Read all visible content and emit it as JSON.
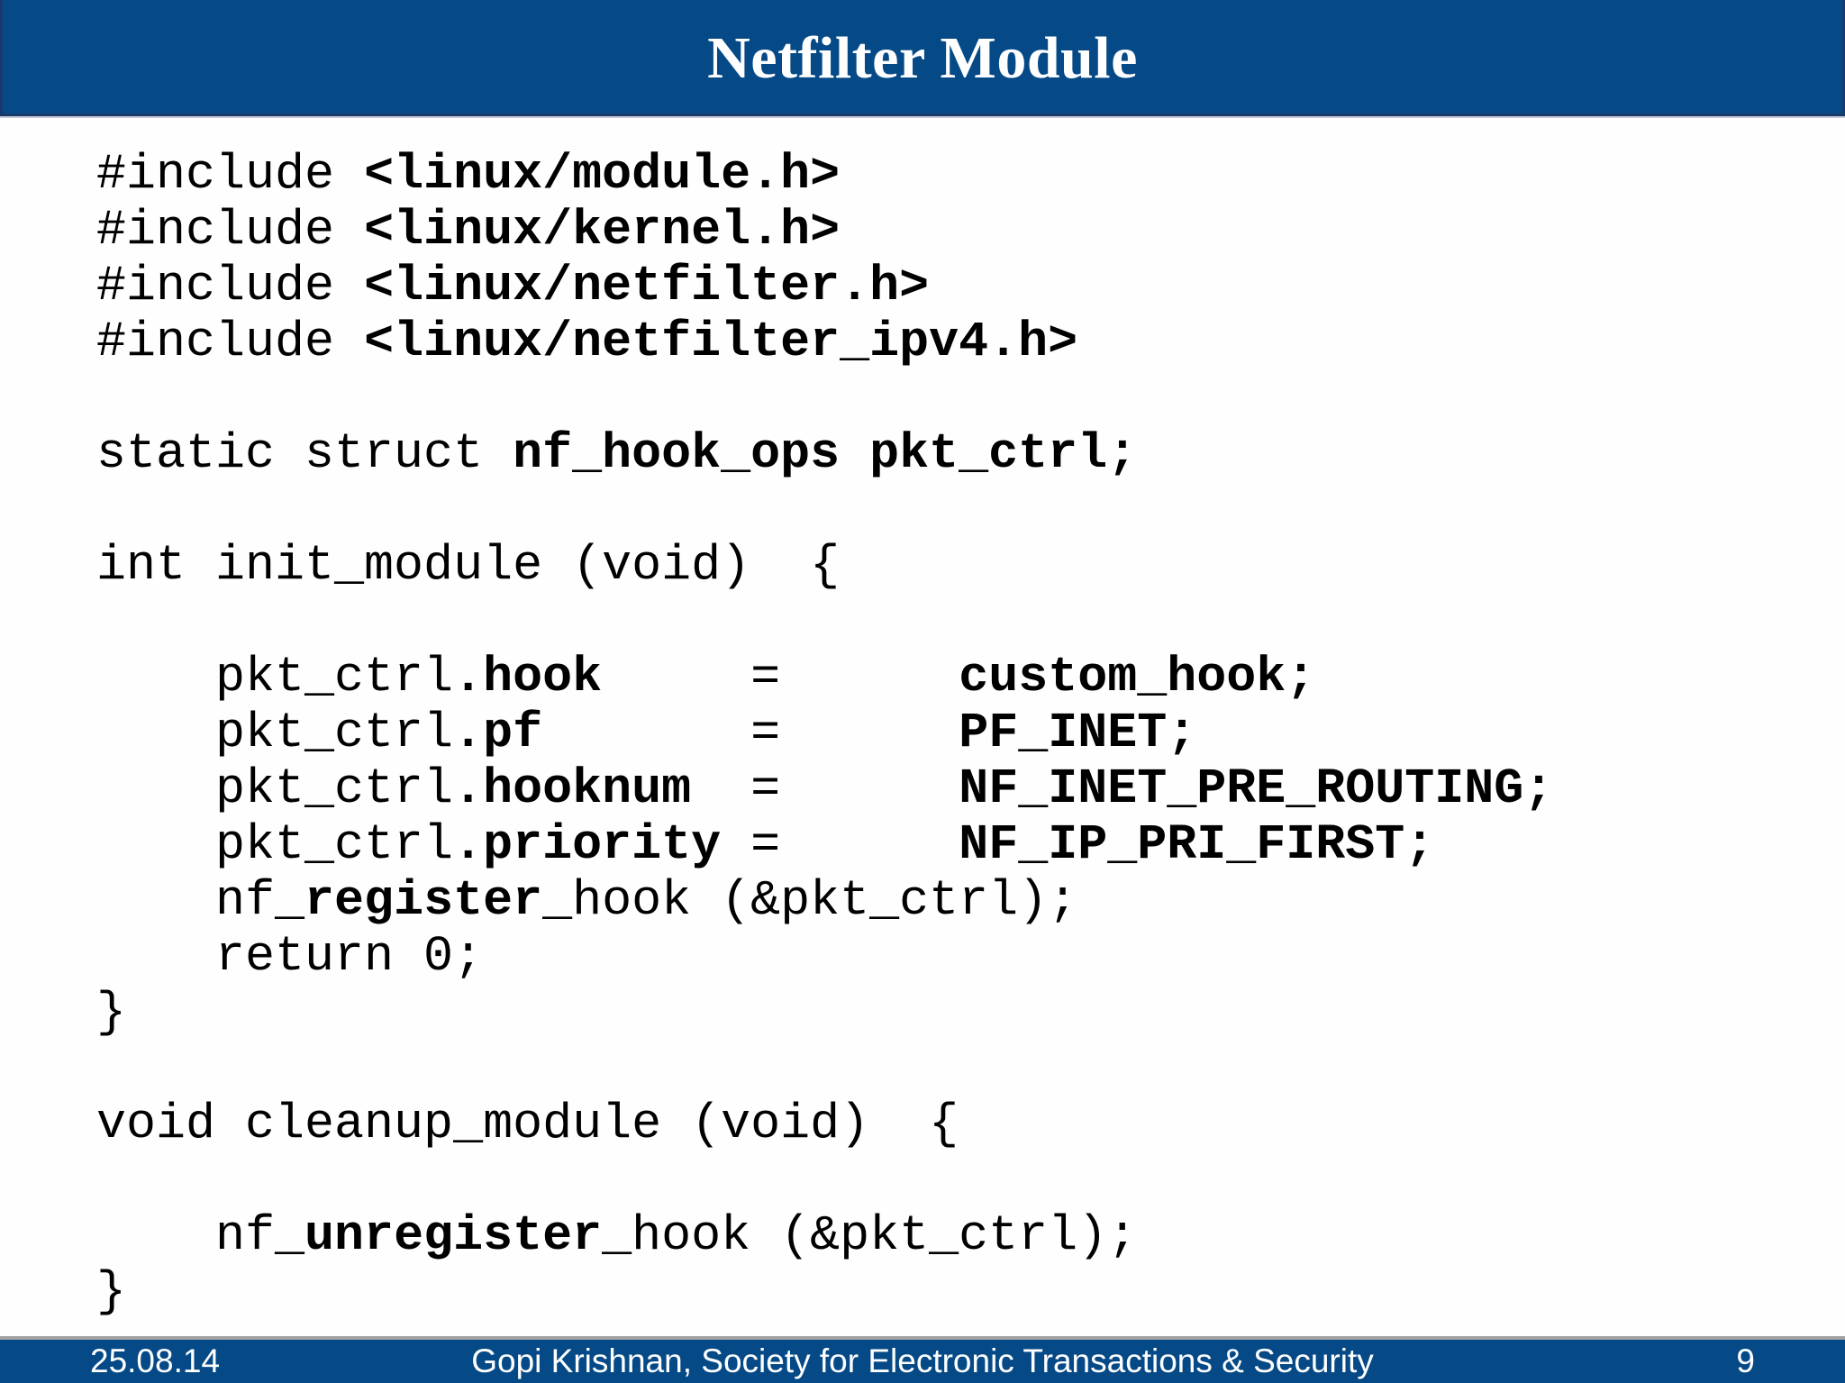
{
  "slide": {
    "title": "Netfilter Module",
    "footer": {
      "date": "25.08.14",
      "credit": "Gopi Krishnan, Society for Electronic Transactions & Security",
      "page_number": "9"
    },
    "colors": {
      "bar_blue": "#054a87",
      "bar_edge_dark": "#173a6a",
      "footer_rule_gray": "#a2a2a2",
      "title_text": "#ffffff",
      "code_text": "#000000",
      "background": "#ffffff"
    }
  },
  "code": {
    "lines": [
      [
        [
          "#include ",
          0
        ],
        [
          "<linux/module.h>",
          1
        ]
      ],
      [
        [
          "#include ",
          0
        ],
        [
          "<linux/kernel.h>",
          1
        ]
      ],
      [
        [
          "#include ",
          0
        ],
        [
          "<linux/netfilter.h>",
          1
        ]
      ],
      [
        [
          "#include ",
          0
        ],
        [
          "<linux/netfilter_ipv4.h>",
          1
        ]
      ],
      [],
      [
        [
          "static struct ",
          0
        ],
        [
          "nf_hook_ops pkt_ctrl;",
          1
        ]
      ],
      [],
      [
        [
          "int init_module (void)  {",
          0
        ]
      ],
      [],
      [
        [
          "    pkt_ctrl",
          0
        ],
        [
          ".hook",
          1
        ],
        [
          "     =      ",
          0
        ],
        [
          "custom_hook;",
          1
        ]
      ],
      [
        [
          "    pkt_ctrl",
          0
        ],
        [
          ".pf",
          1
        ],
        [
          "       =      ",
          0
        ],
        [
          "PF_INET;",
          1
        ]
      ],
      [
        [
          "    pkt_ctrl",
          0
        ],
        [
          ".hooknum",
          1
        ],
        [
          "  =      ",
          0
        ],
        [
          "NF_INET_PRE_ROUTING;",
          1
        ]
      ],
      [
        [
          "    pkt_ctrl",
          0
        ],
        [
          ".priority",
          1
        ],
        [
          " =      ",
          0
        ],
        [
          "NF_IP_PRI_FIRST;",
          1
        ]
      ],
      [
        [
          "    nf_",
          0
        ],
        [
          "register",
          1
        ],
        [
          "_hook (&pkt_ctrl);",
          0
        ]
      ],
      [
        [
          "    return 0;",
          0
        ]
      ],
      [
        [
          "}",
          0
        ]
      ],
      [],
      [
        [
          "void cleanup_module (void)  {",
          0
        ]
      ],
      [],
      [
        [
          "    nf_",
          0
        ],
        [
          "unregister",
          1
        ],
        [
          "_hook (&pkt_ctrl);",
          0
        ]
      ],
      [
        [
          "}",
          0
        ]
      ]
    ]
  }
}
